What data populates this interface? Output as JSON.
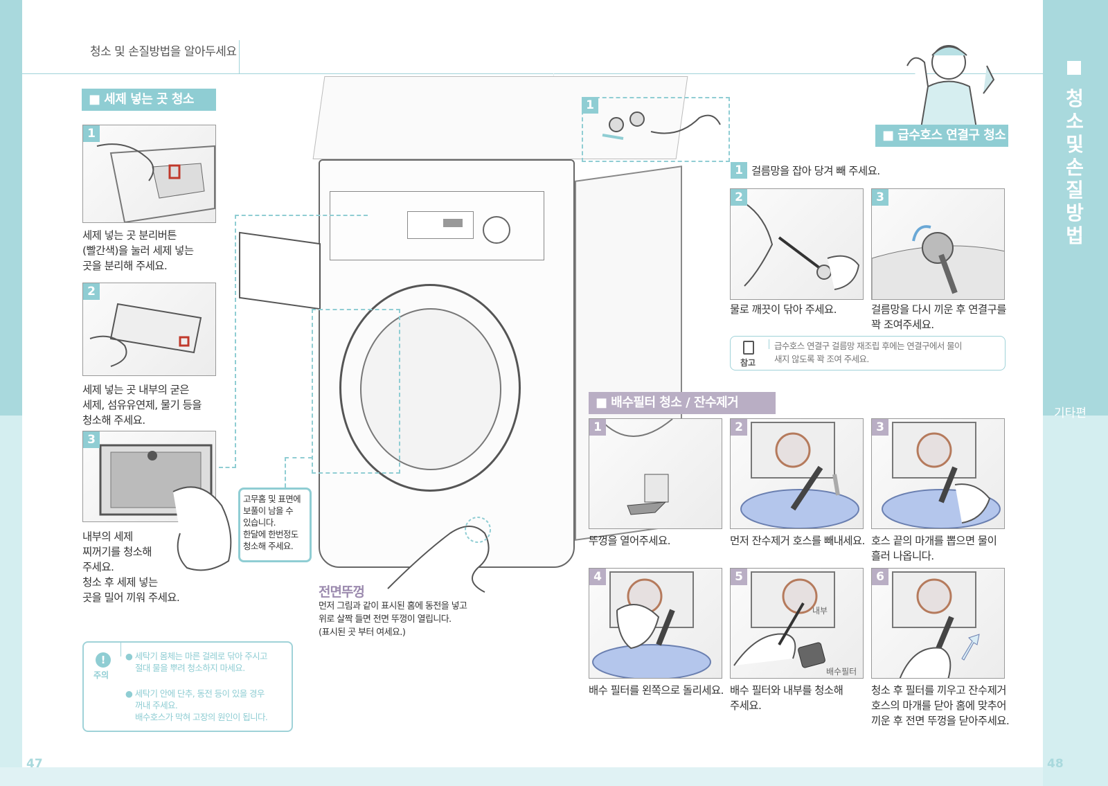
{
  "header": {
    "title": "청소 및 손질방법을 알아두세요"
  },
  "side_tab": {
    "title": "청소 및 손질방법",
    "subtitle": "기타편"
  },
  "page_numbers": {
    "left": "47",
    "right": "48"
  },
  "detergent_section": {
    "title": "■ 세제 넣는 곳 청소",
    "steps": [
      {
        "num": "1",
        "text_lines": [
          "세제 넣는 곳 분리버튼",
          "(빨간색)을 눌러 세제 넣는",
          "곳을 분리해 주세요."
        ]
      },
      {
        "num": "2",
        "text_lines": [
          "세제 넣는 곳 내부의 굳은",
          "세제, 섬유유연제, 물기 등을",
          "청소해 주세요."
        ]
      },
      {
        "num": "3",
        "text_lines": [
          "내부의 세제",
          "찌꺼기를 청소해",
          "주세요.",
          "청소 후 세제 넣는",
          "곳을 밀어 끼워 주세요."
        ]
      }
    ]
  },
  "rubber_note": {
    "lines": [
      "고무홈 및 표면에",
      "보풀이 남을 수",
      "있습니다.",
      "한달에 한번정도",
      "청소해 주세요."
    ]
  },
  "front_cover": {
    "title": "전면뚜껑",
    "lines": [
      "먼저 그림과 같이 표시된 홈에 동전을 넣고",
      "위로 살짝 들면 전면 뚜껑이 열립니다.",
      "(표시된 곳 부터 여세요.)"
    ]
  },
  "caution": {
    "label": "주의",
    "items": [
      {
        "lines": [
          "세탁기 몸체는 마른 걸레로 닦아 주시고",
          "절대 물을 뿌려 청소하지 마세요."
        ]
      },
      {
        "lines": [
          "세탁기 안에 단추, 동전 등이 있을 경우",
          "꺼내 주세요.",
          "배수호스가 막혀 고장의 원인이 됩니다."
        ]
      }
    ]
  },
  "hose_section": {
    "title": "■ 급수호스 연결구 청소",
    "step1": {
      "num": "1",
      "text": "걸름망을 잡아 당겨 빼 주세요."
    },
    "step2": {
      "num": "2",
      "text": "물로 깨끗이 닦아 주세요."
    },
    "step3": {
      "num": "3",
      "text_lines": [
        "걸름망을 다시 끼운 후 연결구를",
        "꽉 조여주세요."
      ]
    },
    "note": {
      "label": "참고",
      "lines": [
        "급수호스 연결구 걸름망 재조립 후에는 연결구에서 물이",
        "새지 않도록 꽉 조여 주세요."
      ]
    }
  },
  "drain_section": {
    "title": "■ 배수필터 청소 / 잔수제거",
    "steps": [
      {
        "num": "1",
        "text_lines": [
          "뚜껑을 열어주세요."
        ]
      },
      {
        "num": "2",
        "text_lines": [
          "먼저 잔수제거 호스를 빼내세요."
        ]
      },
      {
        "num": "3",
        "text_lines": [
          "호스 끝의 마개를 뽑으면 물이",
          "흘러 나옵니다."
        ]
      },
      {
        "num": "4",
        "text_lines": [
          "배수 필터를 왼쪽으로 돌리세요."
        ]
      },
      {
        "num": "5",
        "text_lines": [
          "배수 필터와 내부를 청소해",
          "주세요."
        ],
        "labels": {
          "inner": "내부",
          "filter": "배수필터"
        }
      },
      {
        "num": "6",
        "text_lines": [
          "청소 후 필터를 끼우고 잔수제거",
          "호스의 마개를 닫아 홈에 맞추어",
          "끼운 후 전면 뚜껑을 닫아주세요."
        ]
      }
    ]
  },
  "colors": {
    "teal": "#8fcdd3",
    "purple": "#b9aec4",
    "band": "#a9d9dd"
  }
}
